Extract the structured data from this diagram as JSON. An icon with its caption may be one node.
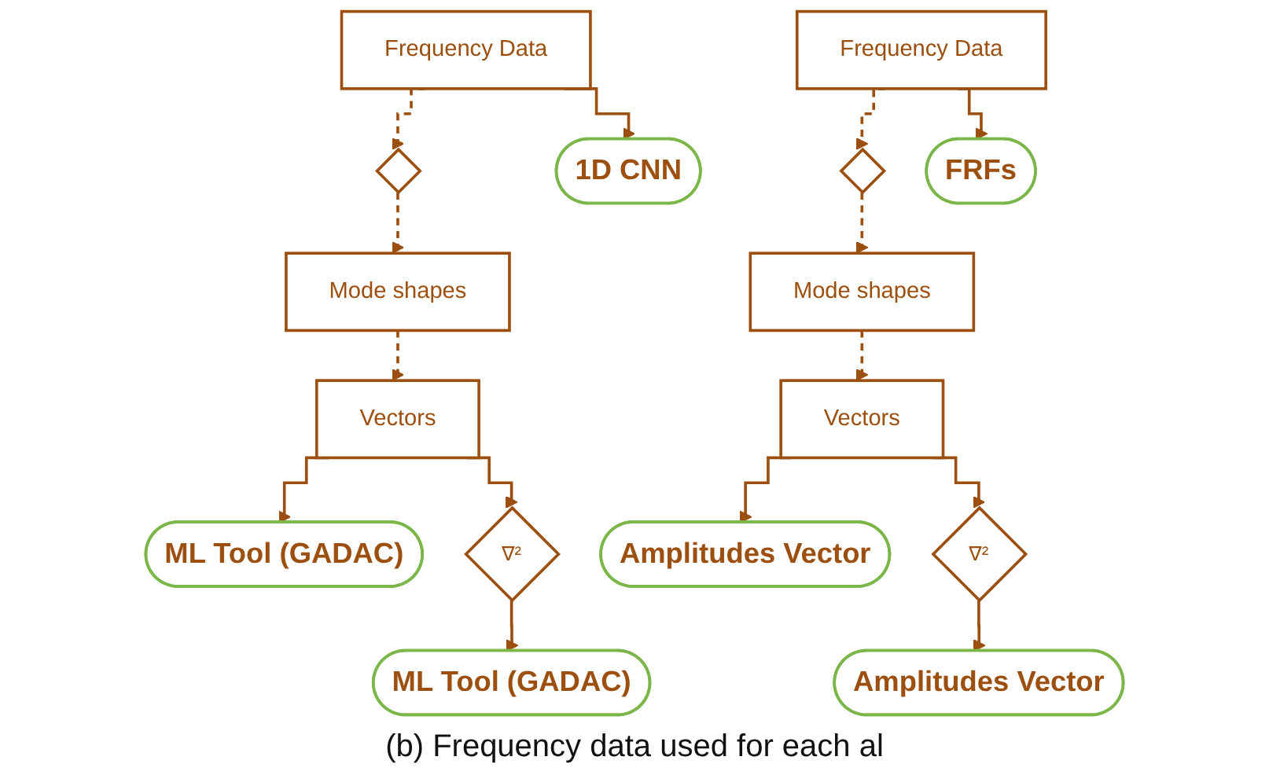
{
  "diagram": {
    "caption": "(b) Frequency data used for each al",
    "nodes": [
      {
        "text": [
          "Frequency Data"
        ]
      },
      {
        "text": [],
        "shape": "diamond"
      },
      {
        "text": [
          "1D CNN"
        ]
      },
      {
        "text": [
          "Mode shapes"
        ]
      },
      {
        "text": [
          "Vectors"
        ]
      },
      {
        "text": [
          "ML Tool (GADAC)"
        ]
      },
      {
        "text": [
          "∇²"
        ]
      },
      {
        "text": [
          "ML Tool (GADAC)"
        ]
      },
      {
        "text": [
          "Frequency Data"
        ]
      },
      {
        "text": [],
        "shape": "diamond"
      },
      {
        "text": [
          "FRFs"
        ]
      },
      {
        "text": [
          "Mode shapes"
        ]
      },
      {
        "text": [
          "Vectors"
        ]
      },
      {
        "text": [
          "Amplitudes Vector"
        ]
      },
      {
        "text": [
          "∇²"
        ]
      },
      {
        "text": [
          "Amplitudes Vector"
        ]
      }
    ],
    "edges": [
      {
        "from": 0,
        "to": 1,
        "arrow": "to",
        "style": "dashed"
      },
      {
        "from": 0,
        "to": 2,
        "arrow": "to"
      },
      {
        "from": 1,
        "to": 3,
        "arrow": "to",
        "style": "dashed"
      },
      {
        "from": 3,
        "to": 4,
        "arrow": "to",
        "style": "dashed"
      },
      {
        "from": 4,
        "to": 5,
        "arrow": "to"
      },
      {
        "from": 4,
        "to": 6,
        "arrow": "to"
      },
      {
        "from": 6,
        "to": 7,
        "arrow": "to"
      },
      {
        "from": 8,
        "to": 9,
        "arrow": "to",
        "style": "dashed"
      },
      {
        "from": 8,
        "to": 10,
        "arrow": "to"
      },
      {
        "from": 9,
        "to": 11,
        "arrow": "to",
        "style": "dashed"
      },
      {
        "from": 11,
        "to": 12,
        "arrow": "to",
        "style": "dashed"
      },
      {
        "from": 12,
        "to": 13,
        "arrow": "to"
      },
      {
        "from": 12,
        "to": 14,
        "arrow": "to"
      },
      {
        "from": 14,
        "to": 15,
        "arrow": "to"
      }
    ]
  }
}
